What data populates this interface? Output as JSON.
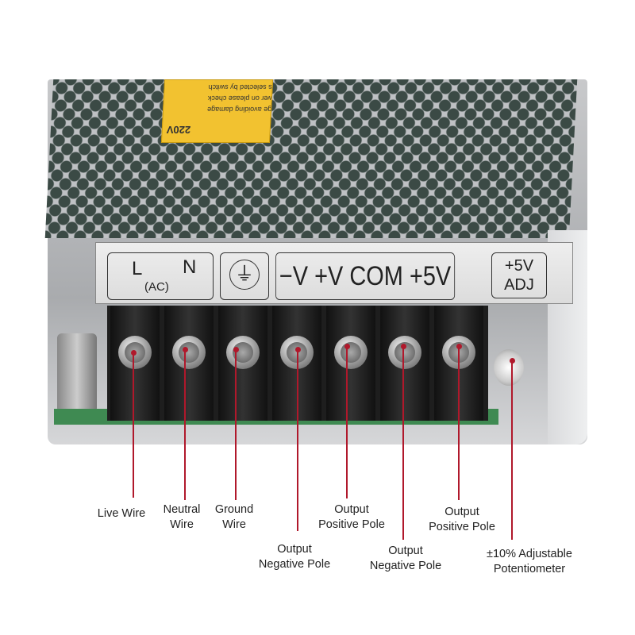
{
  "product": {
    "sticker_lines": [
      "220V",
      "is selected by switch",
      "wer on please check",
      "ge avoiding damage"
    ],
    "terminal_label": {
      "ac": {
        "l": "L",
        "n": "N",
        "sub": "(AC)"
      },
      "ground_symbol": "⏚",
      "outputs": [
        "−V",
        "+V",
        "COM",
        "+5V"
      ],
      "adj": {
        "top": "+5V",
        "bottom": "ADJ"
      }
    }
  },
  "callouts": [
    {
      "line1": "Live Wire",
      "line2": ""
    },
    {
      "line1": "Neutral",
      "line2": "Wire"
    },
    {
      "line1": "Ground",
      "line2": "Wire"
    },
    {
      "line1": "Output",
      "line2": "Negative Pole"
    },
    {
      "line1": "Output",
      "line2": "Positive Pole"
    },
    {
      "line1": "Output",
      "line2": "Negative Pole"
    },
    {
      "line1": "Output",
      "line2": "Positive Pole"
    },
    {
      "line1": "±10% Adjustable",
      "line2": "Potentiometer"
    }
  ],
  "colors": {
    "callout_line": "#b0182b",
    "sticker": "#f2c230"
  }
}
